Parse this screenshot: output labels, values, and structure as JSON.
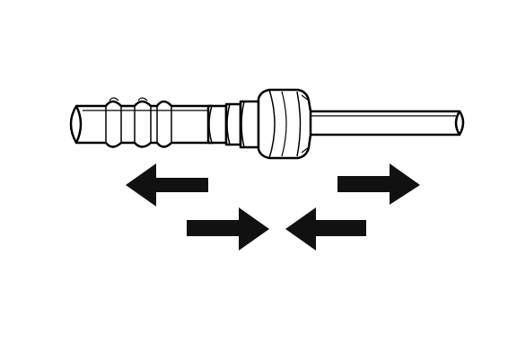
{
  "diagram": {
    "subject": "tube-with-connector",
    "colors": {
      "background": "#ffffff",
      "line": "#000000",
      "fill": "#ffffff",
      "arrow": "#111111"
    },
    "arrows": [
      {
        "id": "upper-left",
        "direction": "left"
      },
      {
        "id": "upper-right",
        "direction": "right"
      },
      {
        "id": "lower-left",
        "direction": "right"
      },
      {
        "id": "lower-right",
        "direction": "left"
      }
    ]
  }
}
